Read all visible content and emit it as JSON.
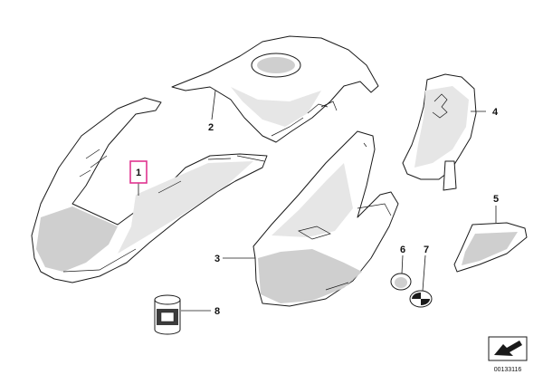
{
  "callouts": [
    {
      "id": "1",
      "highlighted": true
    },
    {
      "id": "2"
    },
    {
      "id": "3"
    },
    {
      "id": "4"
    },
    {
      "id": "5"
    },
    {
      "id": "6"
    },
    {
      "id": "7"
    },
    {
      "id": "8"
    }
  ],
  "document_number": "00133116",
  "colors": {
    "highlight": "#e0348f",
    "line": "#1a1a1a",
    "shading": "#cfcfcf"
  }
}
